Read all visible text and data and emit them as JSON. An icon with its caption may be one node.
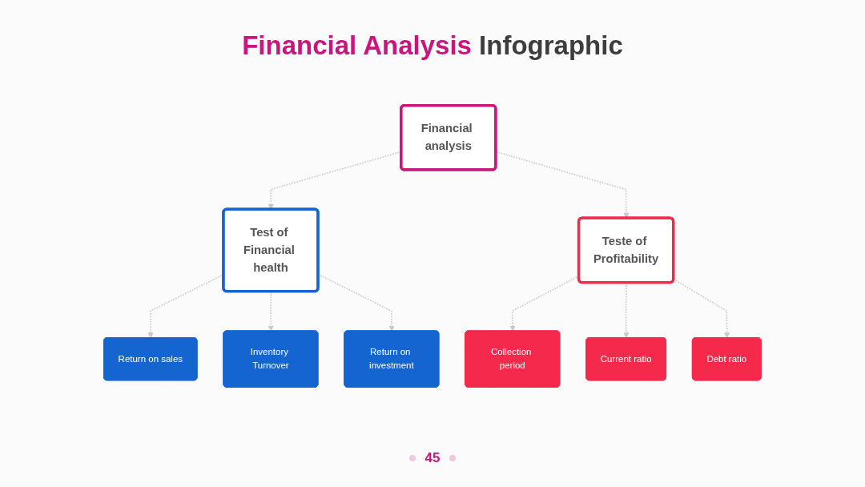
{
  "diagram": {
    "title": "Financial Analysis Infographic",
    "nodes": [
      {
        "text": [
          "Financial analysis"
        ]
      },
      {
        "text": [
          "Test of Financial health"
        ]
      },
      {
        "text": [
          "Teste of Profitability"
        ]
      },
      {
        "text": [
          "Return on sales"
        ]
      },
      {
        "text": [
          "Inventory Turnover"
        ]
      },
      {
        "text": [
          "Return on investment"
        ]
      },
      {
        "text": [
          "Collection period"
        ]
      },
      {
        "text": [
          "Current ratio"
        ]
      },
      {
        "text": [
          "Debt ratio"
        ]
      }
    ],
    "edges": [
      {
        "from": 0,
        "to": 1,
        "arrow": "to",
        "style": "dashed"
      },
      {
        "from": 0,
        "to": 2,
        "arrow": "to",
        "style": "dashed"
      },
      {
        "from": 1,
        "to": 3,
        "arrow": "to",
        "style": "dashed"
      },
      {
        "from": 1,
        "to": 4,
        "arrow": "to",
        "style": "dashed"
      },
      {
        "from": 1,
        "to": 5,
        "arrow": "to",
        "style": "dashed"
      },
      {
        "from": 2,
        "to": 6,
        "arrow": "to",
        "style": "dashed"
      },
      {
        "from": 2,
        "to": 7,
        "arrow": "to",
        "style": "dashed"
      },
      {
        "from": 2,
        "to": 8,
        "arrow": "to",
        "style": "dashed"
      }
    ],
    "labels": [
      "45"
    ]
  }
}
